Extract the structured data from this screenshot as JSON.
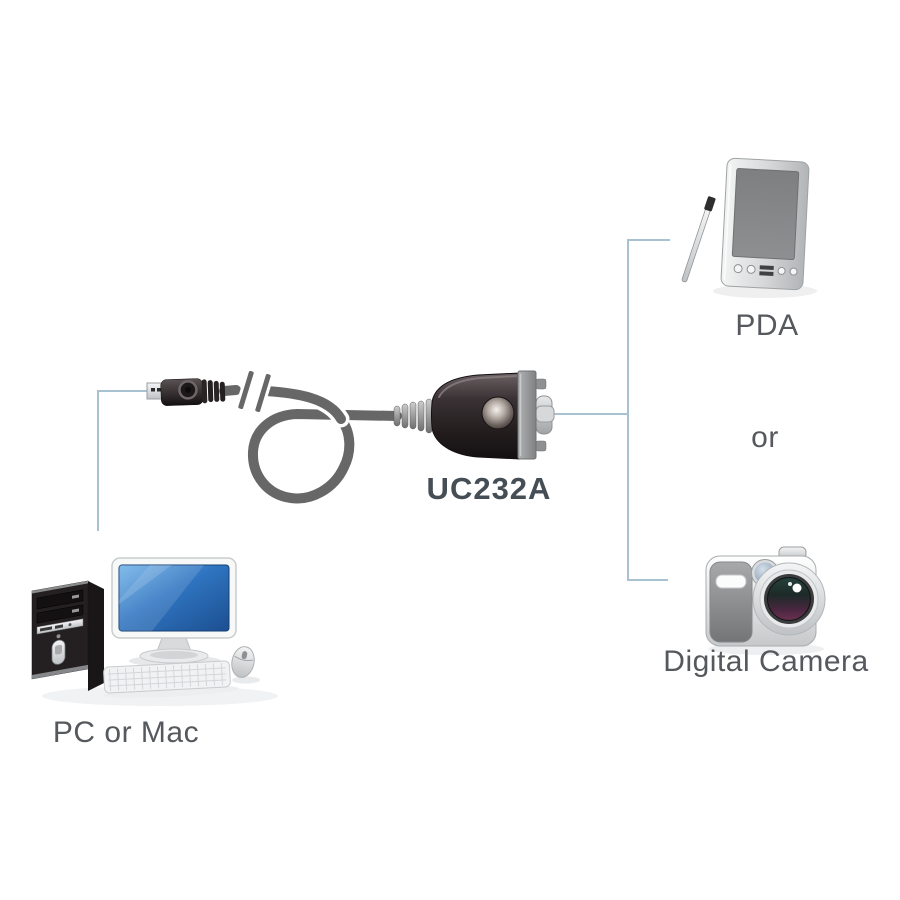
{
  "labels": {
    "pda": "PDA",
    "or": "or",
    "digital_camera": "Digital Camera",
    "adapter_model": "UC232A",
    "pc": "PC or Mac"
  },
  "icons": {
    "pda_icon": "handheld-pda-with-stylus",
    "digital_camera_icon": "compact-digital-camera",
    "pc_icon": "desktop-tower-monitor-keyboard-mouse",
    "adapter_icon": "usb-to-rs232-serial-converter-cable",
    "cable_break_icon": "cable-length-break-marks"
  },
  "colors": {
    "background": "#ffffff",
    "connector_line": "#a9c2d1",
    "cable_gray": "#676767",
    "label_text": "#55585c",
    "adapter_label_text": "#454d55",
    "monitor_screen_blue": "#2e6cb4"
  }
}
